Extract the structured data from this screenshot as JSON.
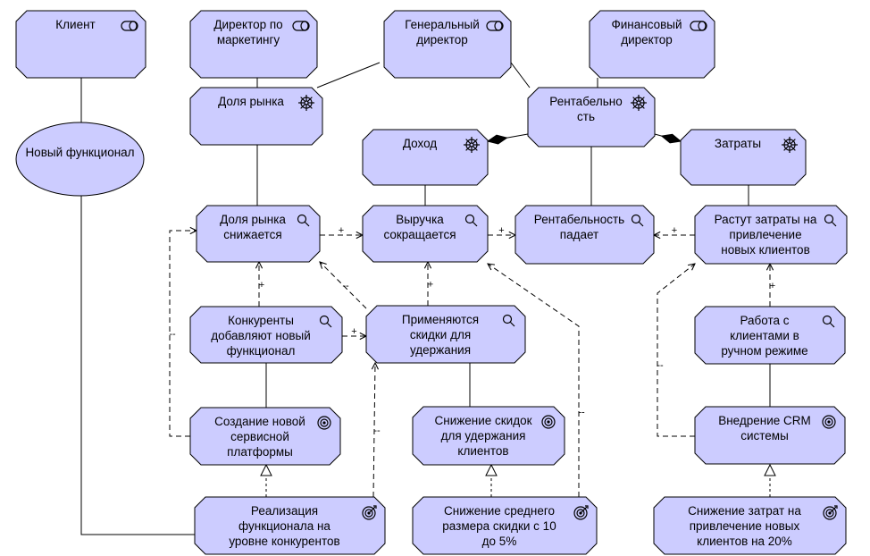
{
  "diagram": {
    "colors": {
      "fill": "#ccccff",
      "stroke": "#000000",
      "background": "#ffffff"
    },
    "nodes": [
      {
        "id": "client",
        "type": "stakeholder",
        "icon": "stakeholder-icon",
        "lines": [
          "Клиент"
        ]
      },
      {
        "id": "marketing_director",
        "type": "stakeholder",
        "icon": "stakeholder-icon",
        "lines": [
          "Директор по",
          "маркетингу"
        ]
      },
      {
        "id": "general_director",
        "type": "stakeholder",
        "icon": "stakeholder-icon",
        "lines": [
          "Генеральный",
          "директор"
        ]
      },
      {
        "id": "finance_director",
        "type": "stakeholder",
        "icon": "stakeholder-icon",
        "lines": [
          "Финансовый",
          "директор"
        ]
      },
      {
        "id": "market_share",
        "type": "driver",
        "icon": "driver-icon",
        "lines": [
          "Доля рынка"
        ]
      },
      {
        "id": "profitability",
        "type": "driver",
        "icon": "driver-icon",
        "lines": [
          "Рентабельно",
          "сть"
        ]
      },
      {
        "id": "income",
        "type": "driver",
        "icon": "driver-icon",
        "lines": [
          "Доход"
        ]
      },
      {
        "id": "costs",
        "type": "driver",
        "icon": "driver-icon",
        "lines": [
          "Затраты"
        ]
      },
      {
        "id": "new_feature",
        "type": "requirement",
        "icon": "",
        "lines": [
          "Новый функционал"
        ]
      },
      {
        "id": "share_falls",
        "type": "assessment",
        "icon": "assessment-icon",
        "lines": [
          "Доля рынка",
          "снижается"
        ]
      },
      {
        "id": "revenue_falls",
        "type": "assessment",
        "icon": "assessment-icon",
        "lines": [
          "Выручка",
          "сокращается"
        ]
      },
      {
        "id": "profit_falls",
        "type": "assessment",
        "icon": "assessment-icon",
        "lines": [
          "Рентабельность",
          "падает"
        ]
      },
      {
        "id": "costs_grow",
        "type": "assessment",
        "icon": "assessment-icon",
        "lines": [
          "Растут затраты на",
          "привлечение",
          "новых клиентов"
        ]
      },
      {
        "id": "competitors",
        "type": "assessment",
        "icon": "assessment-icon",
        "lines": [
          "Конкуренты",
          "добавляют новый",
          "функционал"
        ]
      },
      {
        "id": "discounts",
        "type": "assessment",
        "icon": "assessment-icon",
        "lines": [
          "Применяются",
          "скидки для",
          "удержания"
        ]
      },
      {
        "id": "manual_work",
        "type": "assessment",
        "icon": "assessment-icon",
        "lines": [
          "Работа с",
          "клиентами в",
          "ручном режиме"
        ]
      },
      {
        "id": "service_platform",
        "type": "goal",
        "icon": "goal-icon",
        "lines": [
          "Создание новой",
          "сервисной",
          "платформы"
        ]
      },
      {
        "id": "reduce_discounts",
        "type": "goal",
        "icon": "goal-icon",
        "lines": [
          "Снижение скидок",
          "для удержания",
          "клиентов"
        ]
      },
      {
        "id": "crm",
        "type": "goal",
        "icon": "goal-icon",
        "lines": [
          "Внедрение CRM",
          "системы"
        ]
      },
      {
        "id": "realize_feature",
        "type": "outcome",
        "icon": "outcome-icon",
        "lines": [
          "Реализация",
          "функционала на",
          "уровне конкурентов"
        ]
      },
      {
        "id": "avg_discount",
        "type": "outcome",
        "icon": "outcome-icon",
        "lines": [
          "Снижение среднего",
          "размера скидки с 10",
          "до 5%"
        ]
      },
      {
        "id": "cost_20",
        "type": "outcome",
        "icon": "outcome-icon",
        "lines": [
          "Снижение затрат на",
          "привлечение новых",
          "клиентов на 20%"
        ]
      }
    ],
    "relations": [
      {
        "from": "client",
        "to": "new_feature",
        "type": "association",
        "sign": ""
      },
      {
        "from": "new_feature",
        "to": "realize_feature",
        "type": "association",
        "sign": ""
      },
      {
        "from": "marketing_director",
        "to": "market_share",
        "type": "association",
        "sign": ""
      },
      {
        "from": "general_director",
        "to": "market_share",
        "type": "association",
        "sign": ""
      },
      {
        "from": "general_director",
        "to": "profitability",
        "type": "association",
        "sign": ""
      },
      {
        "from": "finance_director",
        "to": "profitability",
        "type": "association",
        "sign": ""
      },
      {
        "from": "profitability",
        "to": "income",
        "type": "composition",
        "sign": ""
      },
      {
        "from": "profitability",
        "to": "costs",
        "type": "composition",
        "sign": ""
      },
      {
        "from": "market_share",
        "to": "share_falls",
        "type": "association",
        "sign": ""
      },
      {
        "from": "income",
        "to": "revenue_falls",
        "type": "association",
        "sign": ""
      },
      {
        "from": "profitability",
        "to": "profit_falls",
        "type": "association",
        "sign": ""
      },
      {
        "from": "costs",
        "to": "costs_grow",
        "type": "association",
        "sign": ""
      },
      {
        "from": "share_falls",
        "to": "revenue_falls",
        "type": "influence",
        "sign": "+"
      },
      {
        "from": "revenue_falls",
        "to": "profit_falls",
        "type": "influence",
        "sign": "+"
      },
      {
        "from": "costs_grow",
        "to": "profit_falls",
        "type": "influence",
        "sign": "+"
      },
      {
        "from": "competitors",
        "to": "share_falls",
        "type": "influence",
        "sign": "+"
      },
      {
        "from": "competitors",
        "to": "discounts",
        "type": "influence",
        "sign": "+"
      },
      {
        "from": "discounts",
        "to": "revenue_falls",
        "type": "influence",
        "sign": "+"
      },
      {
        "from": "discounts",
        "to": "share_falls",
        "type": "influence",
        "sign": "--"
      },
      {
        "from": "manual_work",
        "to": "costs_grow",
        "type": "influence",
        "sign": "+"
      },
      {
        "from": "competitors",
        "to": "service_platform",
        "type": "association",
        "sign": ""
      },
      {
        "from": "discounts",
        "to": "reduce_discounts",
        "type": "association",
        "sign": ""
      },
      {
        "from": "manual_work",
        "to": "crm",
        "type": "association",
        "sign": ""
      },
      {
        "from": "service_platform",
        "to": "share_falls",
        "type": "influence",
        "sign": "--"
      },
      {
        "from": "crm",
        "to": "costs_grow",
        "type": "influence",
        "sign": "--"
      },
      {
        "from": "realize_feature",
        "to": "discounts",
        "type": "influence",
        "sign": "--"
      },
      {
        "from": "avg_discount",
        "to": "revenue_falls",
        "type": "influence",
        "sign": "--"
      },
      {
        "from": "realize_feature",
        "to": "service_platform",
        "type": "realization",
        "sign": ""
      },
      {
        "from": "avg_discount",
        "to": "reduce_discounts",
        "type": "realization",
        "sign": ""
      },
      {
        "from": "cost_20",
        "to": "crm",
        "type": "realization",
        "sign": ""
      }
    ]
  }
}
